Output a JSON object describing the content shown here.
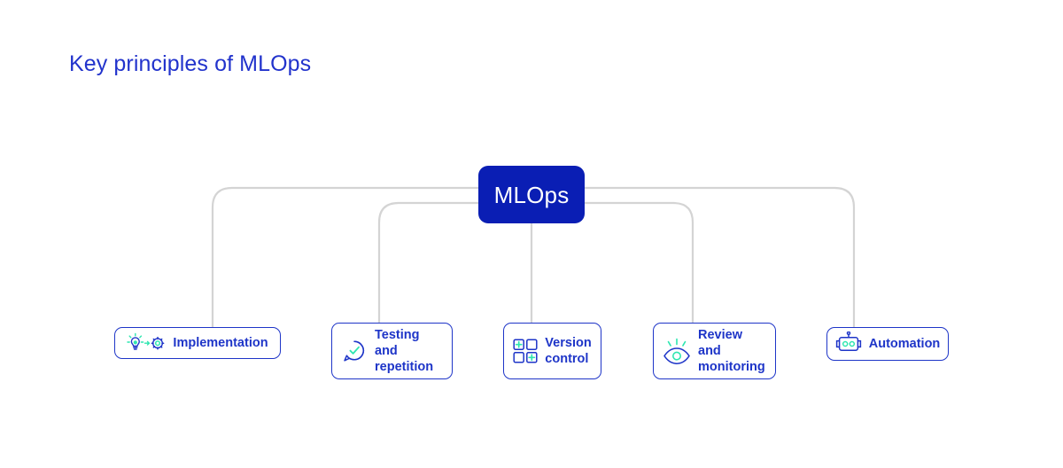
{
  "page": {
    "title": "Key principles of MLOps",
    "background_color": "#ffffff"
  },
  "colors": {
    "title_blue": "#2233cc",
    "node_blue": "#1e35c8",
    "central_blue": "#0a1eb4",
    "accent_green": "#2ee6b0",
    "connector_gray": "#d4d4d4",
    "central_label_color": "#ffffff"
  },
  "diagram": {
    "type": "hub-and-spoke",
    "center": {
      "label": "MLOps",
      "name": "central-node"
    },
    "leaves": [
      {
        "label": "Implementation",
        "name": "node-implementation",
        "icon": "lightbulb-arrow-gear-icon"
      },
      {
        "label": "Testing and\nrepetition",
        "name": "node-testing-repetition",
        "icon": "speech-bubble-check-icon"
      },
      {
        "label": "Version\ncontrol",
        "name": "node-version-control",
        "icon": "grid-plus-icon"
      },
      {
        "label": "Review and\nmonitoring",
        "name": "node-review-monitoring",
        "icon": "eye-rays-icon"
      },
      {
        "label": "Automation",
        "name": "node-automation",
        "icon": "robot-head-icon"
      }
    ]
  }
}
